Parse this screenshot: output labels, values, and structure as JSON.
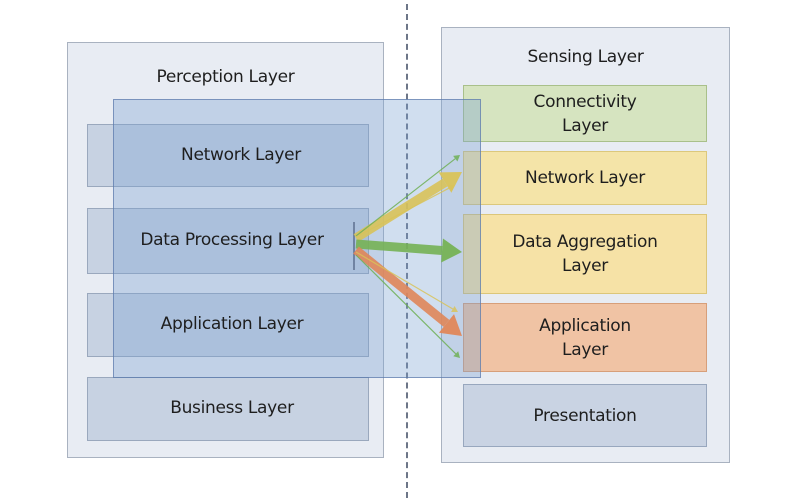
{
  "left_panel": {
    "title": "Perception Layer",
    "layers": [
      {
        "label": "Network Layer"
      },
      {
        "label": "Data Processing Layer"
      },
      {
        "label": "Application Layer"
      },
      {
        "label": "Business Layer"
      }
    ]
  },
  "right_panel": {
    "title": "Sensing Layer",
    "layers": [
      {
        "label_line1": "Connectivity",
        "label_line2": "Layer",
        "color": "#d6e4c0"
      },
      {
        "label_line1": "Network Layer",
        "label_line2": "",
        "color": "#f4e4a8"
      },
      {
        "label_line1": "Data Aggregation",
        "label_line2": "Layer",
        "color": "#f6e2a6"
      },
      {
        "label_line1": "Application",
        "label_line2": "Layer",
        "color": "#f0c3a4"
      },
      {
        "label_line1": "Presentation",
        "label_line2": "",
        "color": "#c9d3e3"
      }
    ]
  },
  "connections": [
    {
      "from": "Data Processing Layer",
      "to": "Network Layer",
      "style": "thick",
      "color": "#d9c35a"
    },
    {
      "from": "Data Processing Layer",
      "to": "Data Aggregation Layer",
      "style": "thick",
      "color": "#76b255"
    },
    {
      "from": "Data Processing Layer",
      "to": "Application Layer",
      "style": "thick",
      "color": "#e0875a"
    },
    {
      "from": "Data Processing Layer",
      "to": "Connectivity Layer",
      "style": "thin",
      "color": "#6fb055"
    },
    {
      "from": "Data Processing Layer",
      "to": "Network Layer",
      "style": "thin",
      "color": "#d9c35a"
    },
    {
      "from": "Data Processing Layer",
      "to": "Application Layer",
      "style": "thin",
      "color": "#d9c35a"
    },
    {
      "from": "Data Processing Layer",
      "to": "Application Layer",
      "style": "thin",
      "color": "#6fb055"
    }
  ]
}
